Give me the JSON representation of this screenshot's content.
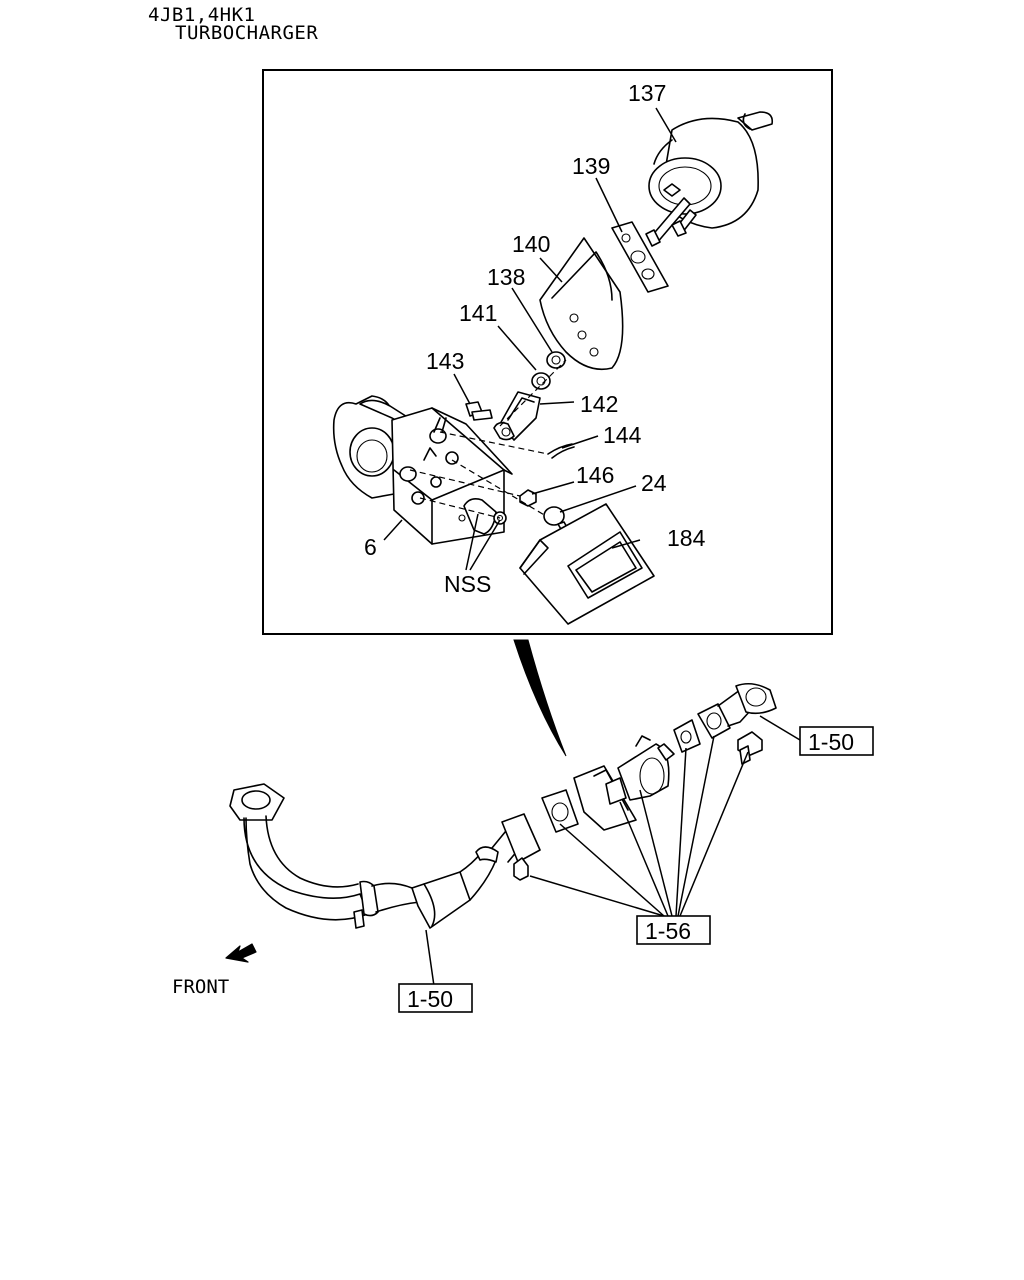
{
  "header": {
    "engine_models": "4JB1,4HK1",
    "section_title": "TURBOCHARGER"
  },
  "detail_callouts": {
    "c137": "137",
    "c139": "139",
    "c140": "140",
    "c138": "138",
    "c141": "141",
    "c143": "143",
    "c142": "142",
    "c144": "144",
    "c146": "146",
    "c24": "24",
    "c184": "184",
    "c6": "6",
    "nss": "NSS"
  },
  "references": {
    "upper_pipe_ref": "1-50",
    "lower_pipe_ref": "1-50",
    "hardware_ref": "1-56"
  },
  "orientation": {
    "front_label": "FRONT"
  }
}
